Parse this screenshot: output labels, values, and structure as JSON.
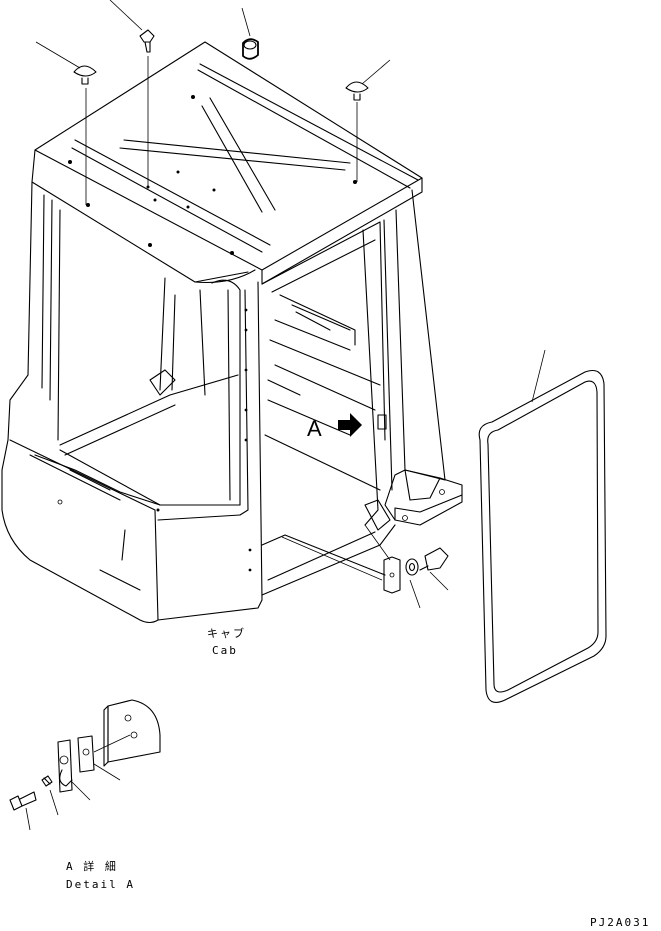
{
  "labels": {
    "cab_jp": "キャブ",
    "cab_en": "Cab",
    "view_letter": "A",
    "detail_jp": "A 詳 細",
    "detail_en": "Detail A",
    "drawing_code": "PJ2A031"
  },
  "colors": {
    "ink": "#000000",
    "paper": "#ffffff"
  },
  "icons": {
    "view-arrow": "right-pointing filled arrow"
  }
}
